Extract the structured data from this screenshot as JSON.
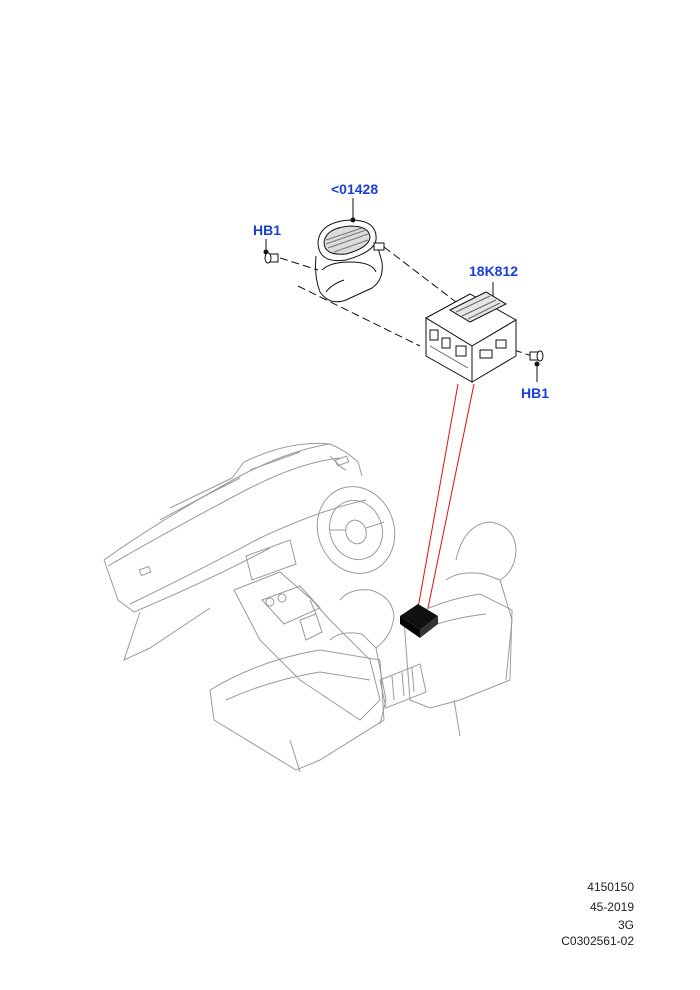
{
  "callouts": {
    "part_01428": "<01428",
    "fastener_left": "HB1",
    "module_18k812": "18K812",
    "fastener_right": "HB1"
  },
  "footer": {
    "code": "4150150",
    "range": "45-2019",
    "variant": "3G",
    "ref": "C0302561-02"
  },
  "colors": {
    "callout": "#1a3fd6",
    "leader": "#000000",
    "locator": "#e01010",
    "outline": "#9a9a9a"
  }
}
